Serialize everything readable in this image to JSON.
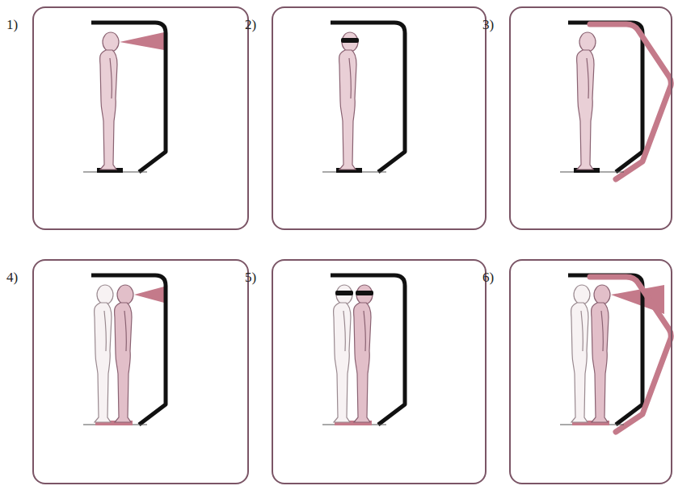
{
  "diagram": {
    "nodes": [
      {
        "text": [
          "1)"
        ]
      },
      {
        "text": [
          "2)"
        ]
      },
      {
        "text": [
          "3)"
        ]
      },
      {
        "text": [
          "4)"
        ]
      },
      {
        "text": [
          "5)"
        ]
      },
      {
        "text": [
          "6)"
        ]
      }
    ]
  }
}
